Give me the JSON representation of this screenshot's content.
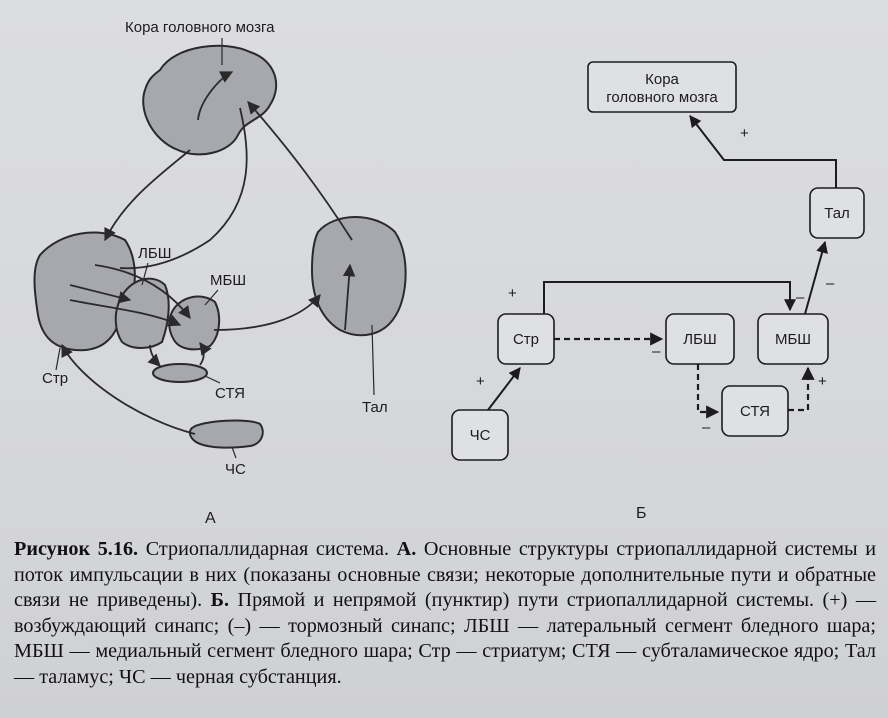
{
  "figure": {
    "panel_a": {
      "label": "А",
      "cortex": "Кора головного мозга",
      "lbsh": "ЛБШ",
      "mbsh": "МБШ",
      "str": "Стр",
      "stya": "СТЯ",
      "tal": "Тал",
      "chs": "ЧС"
    },
    "panel_b": {
      "label": "Б",
      "cortex_line1": "Кора",
      "cortex_line2": "головного мозга",
      "tal": "Тал",
      "str": "Стр",
      "lbsh": "ЛБШ",
      "mbsh": "МБШ",
      "stya": "СТЯ",
      "chs": "ЧС",
      "plus": "+",
      "minus": "–"
    }
  },
  "caption": {
    "title": "Рисунок 5.16.",
    "intro": "Стриопаллидарная система.",
    "a_label": "А.",
    "a_text": "Основные структуры стриопаллидарной системы и поток импульсации в них (показаны основные связи; некоторые дополнительные пути и обратные связи не приведены).",
    "b_label": "Б.",
    "b_text": "Прямой и непрямой (пунктир) пути стриопаллидарной системы. (+) — возбуждающий синапс; (–) — тормозный синапс; ЛБШ — латеральный сегмент бледного шара; МБШ — медиальный сегмент бледного шара; Стр — стриатум; СТЯ — субталамическое ядро; Тал — таламус; ЧС — черная субстанция."
  }
}
